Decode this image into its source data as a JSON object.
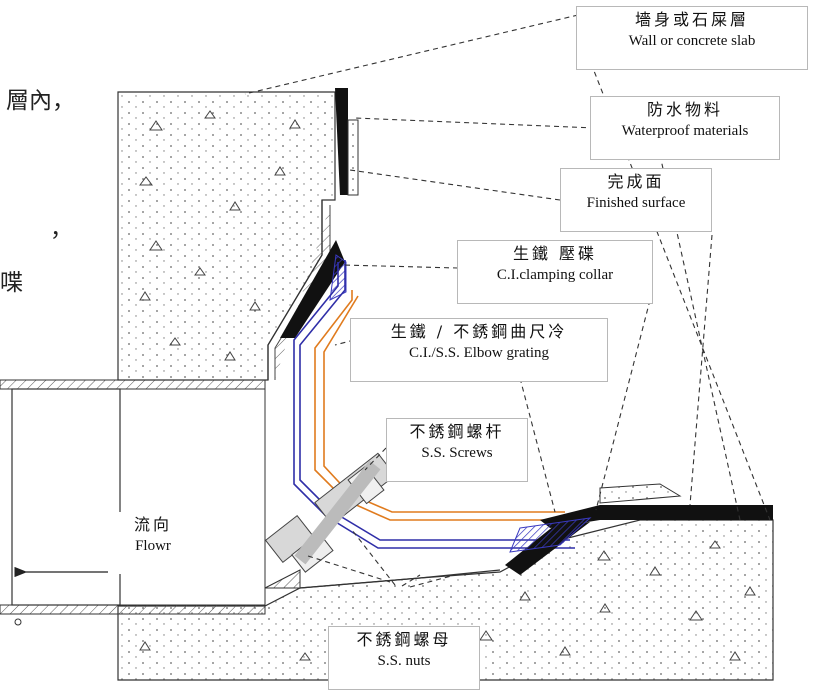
{
  "left_text_fragments": [
    "層內，",
    "，",
    "喋"
  ],
  "labels": {
    "wall": {
      "zh": "墻身或石屎層",
      "en": "Wall or concrete slab"
    },
    "waterproof": {
      "zh": "防水物料",
      "en": "Waterproof materials"
    },
    "finished": {
      "zh": "完成面",
      "en": "Finished surface"
    },
    "collar": {
      "zh": "生鐵 壓碟",
      "en": "C.I.clamping collar"
    },
    "grating": {
      "zh": "生鐵 / 不銹鋼曲尺冷",
      "en": "C.I./S.S. Elbow grating"
    },
    "screws": {
      "zh": "不銹鋼螺杆",
      "en": "S.S. Screws"
    },
    "flow": {
      "zh": "流向",
      "en": "Flowr"
    },
    "nuts": {
      "zh": "不銹鋼螺母",
      "en": "S.S. nuts"
    }
  },
  "colors": {
    "line": "#222222",
    "grating_blue": "#2f2ea8",
    "grating_orange": "#e07b1e",
    "hatch_blue": "#3a3ac0",
    "dashed": "#333333"
  }
}
